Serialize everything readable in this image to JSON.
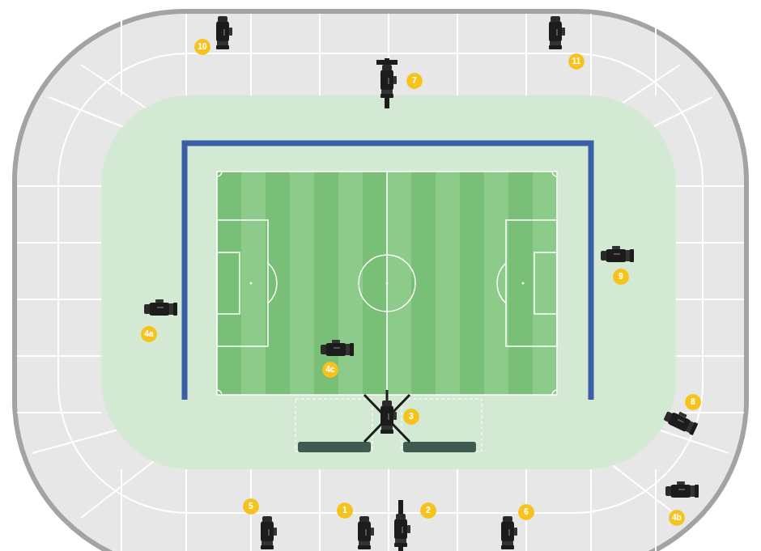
{
  "diagram": {
    "labels": [
      "10",
      "11",
      "7",
      "4a",
      "9",
      "4c",
      "3",
      "8",
      "5",
      "1",
      "2",
      "6",
      "4b"
    ]
  }
}
